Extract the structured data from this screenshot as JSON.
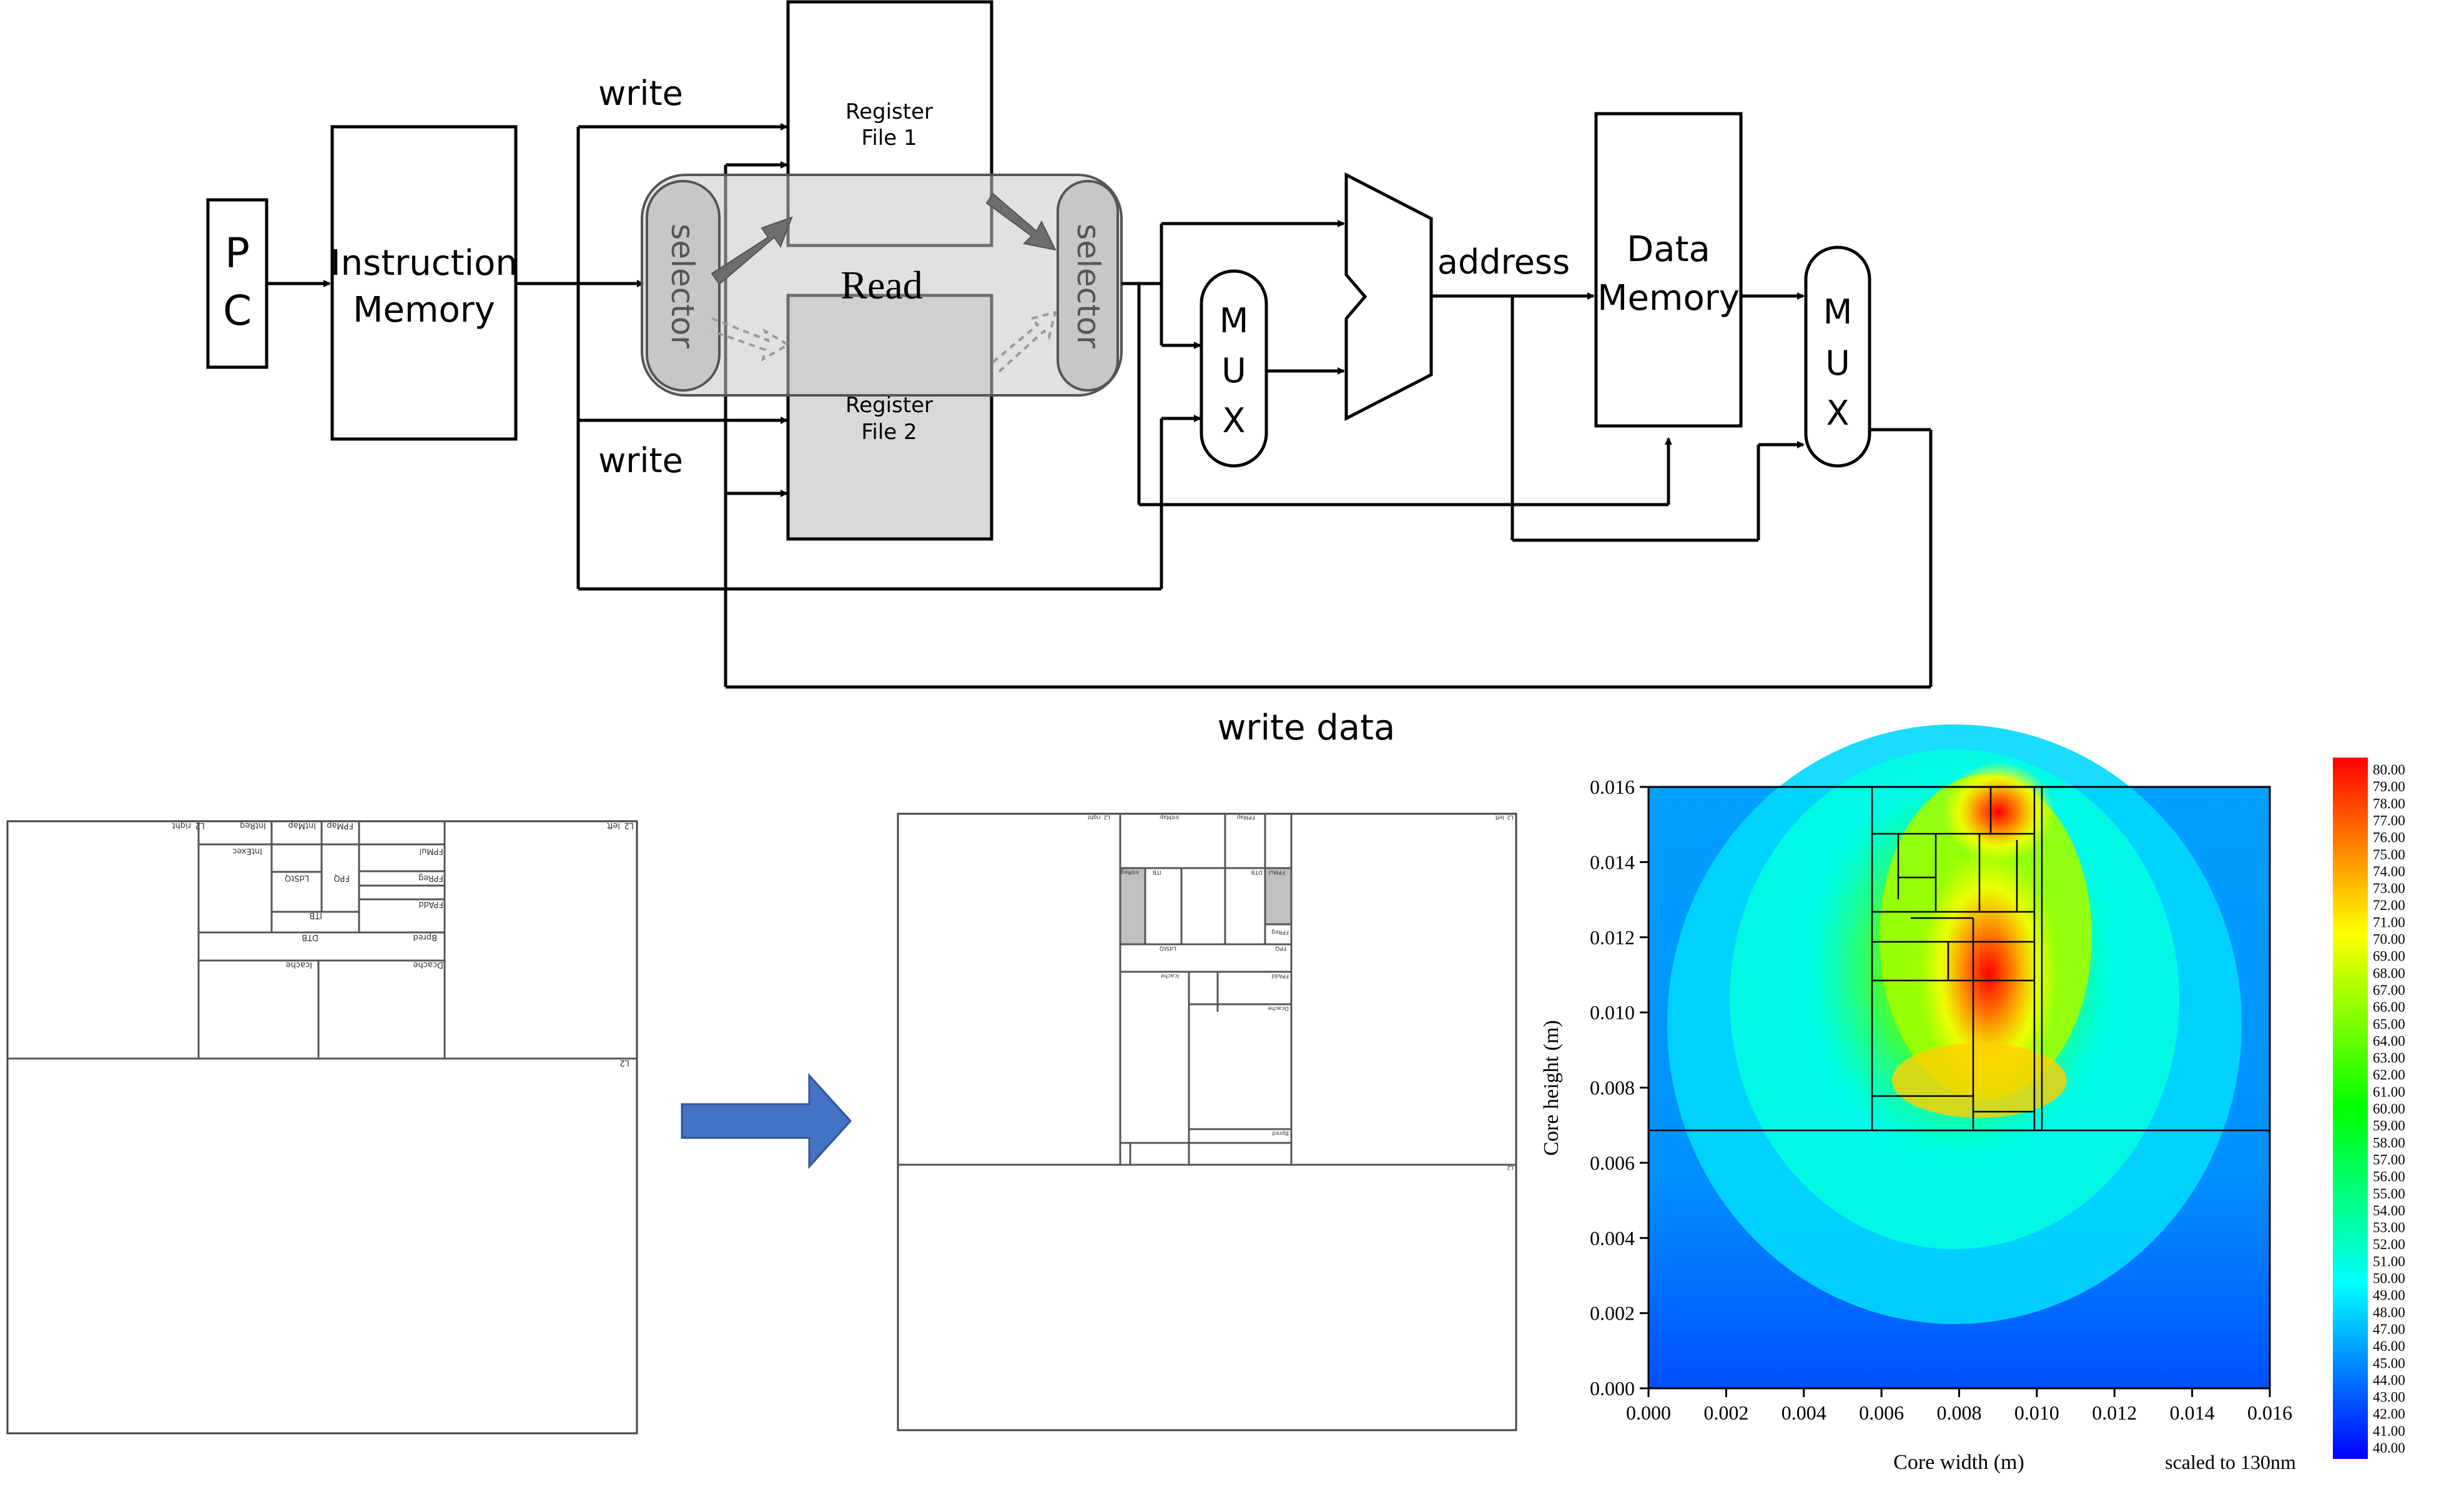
{
  "pipeline": {
    "pc": [
      "P",
      "C"
    ],
    "instruction_memory": [
      "Instruction",
      "Memory"
    ],
    "register_file_1": [
      "Register",
      "File 1"
    ],
    "register_file_2": [
      "Register",
      "File 2"
    ],
    "selector_left": "selector",
    "selector_right": "selector",
    "read_label": "Read",
    "write_top": "write",
    "write_bottom": "write",
    "mux_1": [
      "M",
      "U",
      "X"
    ],
    "mux_2": [
      "M",
      "U",
      "X"
    ],
    "address_label": "address",
    "data_memory": [
      "Data",
      "Memory"
    ],
    "write_data_label": "write data"
  },
  "floorplan_before": {
    "labels": [
      "L2_right",
      "IntReg",
      "IntMap",
      "FPMap",
      "L2_left",
      "IntExec",
      "FPMul",
      "FPQ",
      "LdStQ",
      "FPReg",
      "FPAdd",
      "ITB",
      "DTB",
      "Bpred",
      "Dcache",
      "Icache",
      "L2"
    ]
  },
  "floorplan_after": {
    "labels": [
      "L2_right",
      "L2_left",
      "IntMap",
      "FPMap",
      "IntReg",
      "FPMul",
      "ITB",
      "DTB",
      "FPQ",
      "LdStQ",
      "FPAdd",
      "FPReg",
      "Dcache",
      "Icache",
      "Bpred",
      "L2"
    ]
  },
  "thermal_map": {
    "x_label": "Core width (m)",
    "y_label": "Core height (m)",
    "x_ticks": [
      "0.000",
      "0.002",
      "0.004",
      "0.006",
      "0.008",
      "0.010",
      "0.012",
      "0.014",
      "0.016"
    ],
    "y_ticks": [
      "0.000",
      "0.002",
      "0.004",
      "0.006",
      "0.008",
      "0.010",
      "0.012",
      "0.014",
      "0.016"
    ],
    "scale_note": "scaled to 130nm",
    "colorbar_min": 40,
    "colorbar_max": 80,
    "colorbar_step": 1,
    "colormap": [
      "#0000ff",
      "#0080ff",
      "#00ffff",
      "#00ff80",
      "#00ff00",
      "#80ff00",
      "#ffff00",
      "#ff8000",
      "#ff0000"
    ]
  },
  "colors": {
    "arrow_blue": "#4472c4",
    "selector_fill": "#c8c8c8",
    "register_file_2_fill": "#d9d9d9"
  }
}
